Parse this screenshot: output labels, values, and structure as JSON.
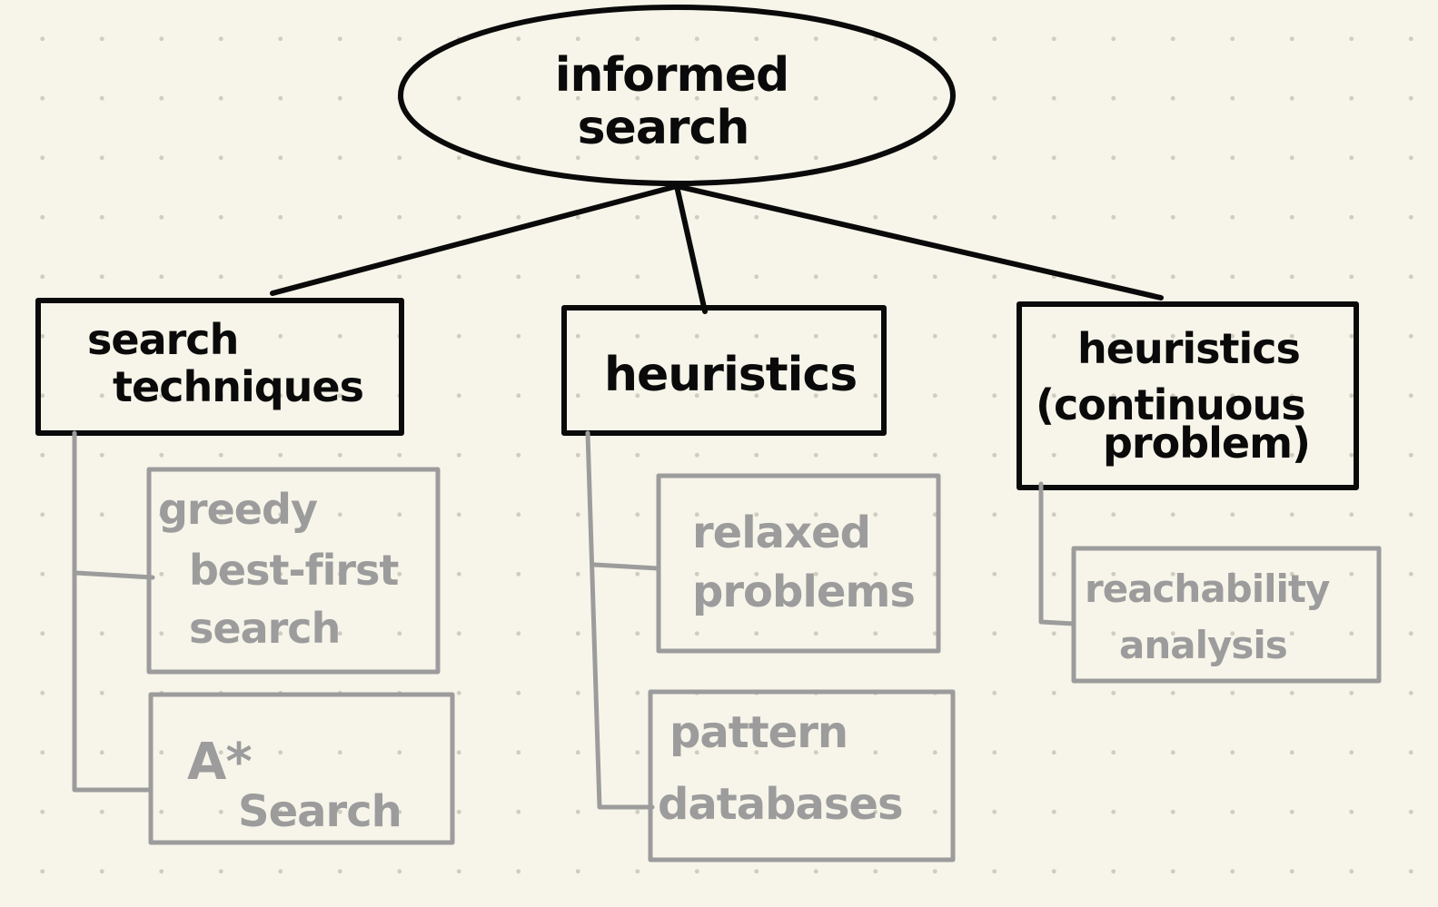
{
  "root": {
    "lines": [
      "informed",
      "search"
    ]
  },
  "branches": [
    {
      "id": "search-techniques",
      "lines": [
        "search",
        "techniques"
      ],
      "children": [
        {
          "lines": [
            "greedy",
            "best-first",
            "search"
          ]
        },
        {
          "lines": [
            "A*",
            "Search"
          ]
        }
      ]
    },
    {
      "id": "heuristics",
      "lines": [
        "heuristics"
      ],
      "children": [
        {
          "lines": [
            "relaxed",
            "problems"
          ]
        },
        {
          "lines": [
            "pattern",
            "databases"
          ]
        }
      ]
    },
    {
      "id": "heuristics-continuous",
      "lines": [
        "heuristics",
        "(continuous",
        "problem)"
      ],
      "children": [
        {
          "lines": [
            "reachability",
            "analysis"
          ]
        }
      ]
    }
  ],
  "colors": {
    "background": "#f7f5ea",
    "primary_ink": "#0a0a0a",
    "secondary_ink": "#9c9c9c",
    "grid_dots": "#cfcdbf"
  }
}
